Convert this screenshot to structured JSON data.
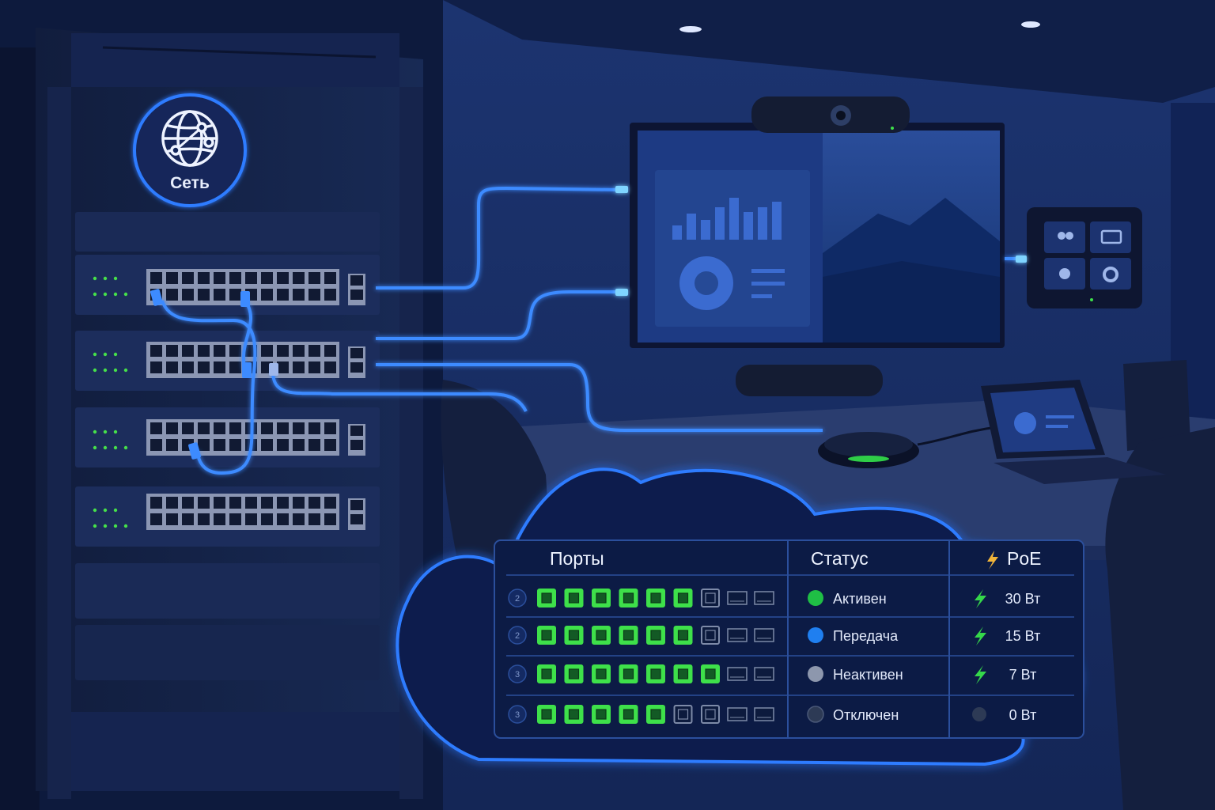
{
  "network_badge": {
    "label": "Сеть",
    "icon": "globe-network-icon"
  },
  "panel": {
    "columns": {
      "ports": "Порты",
      "status": "Статус",
      "poe": "PoE"
    },
    "rows": [
      {
        "switch_number": "2",
        "ports_active": 6,
        "ports_total_rj45": 7,
        "status": "Активен",
        "status_color": "#1fbf45",
        "poe_value": "30 Вт",
        "poe_powered": true
      },
      {
        "switch_number": "2",
        "ports_active": 6,
        "ports_total_rj45": 7,
        "status": "Передача",
        "status_color": "#1f7ff0",
        "poe_value": "15 Вт",
        "poe_powered": true
      },
      {
        "switch_number": "3",
        "ports_active": 7,
        "ports_total_rj45": 7,
        "status": "Неактивен",
        "status_color": "#8d97ad",
        "poe_value": "7 Вт",
        "poe_powered": true
      },
      {
        "switch_number": "3",
        "ports_active": 5,
        "ports_total_rj45": 7,
        "status": "Отключен",
        "status_color": "#2d3a55",
        "poe_value": "0 Вт",
        "poe_powered": false
      }
    ]
  },
  "colors": {
    "accent": "#2f7cff",
    "cable": "#3d8bff",
    "port_active": "#3ee04a",
    "bolt": "#35d84a",
    "poe_header_bolt": "#f2b53a"
  }
}
